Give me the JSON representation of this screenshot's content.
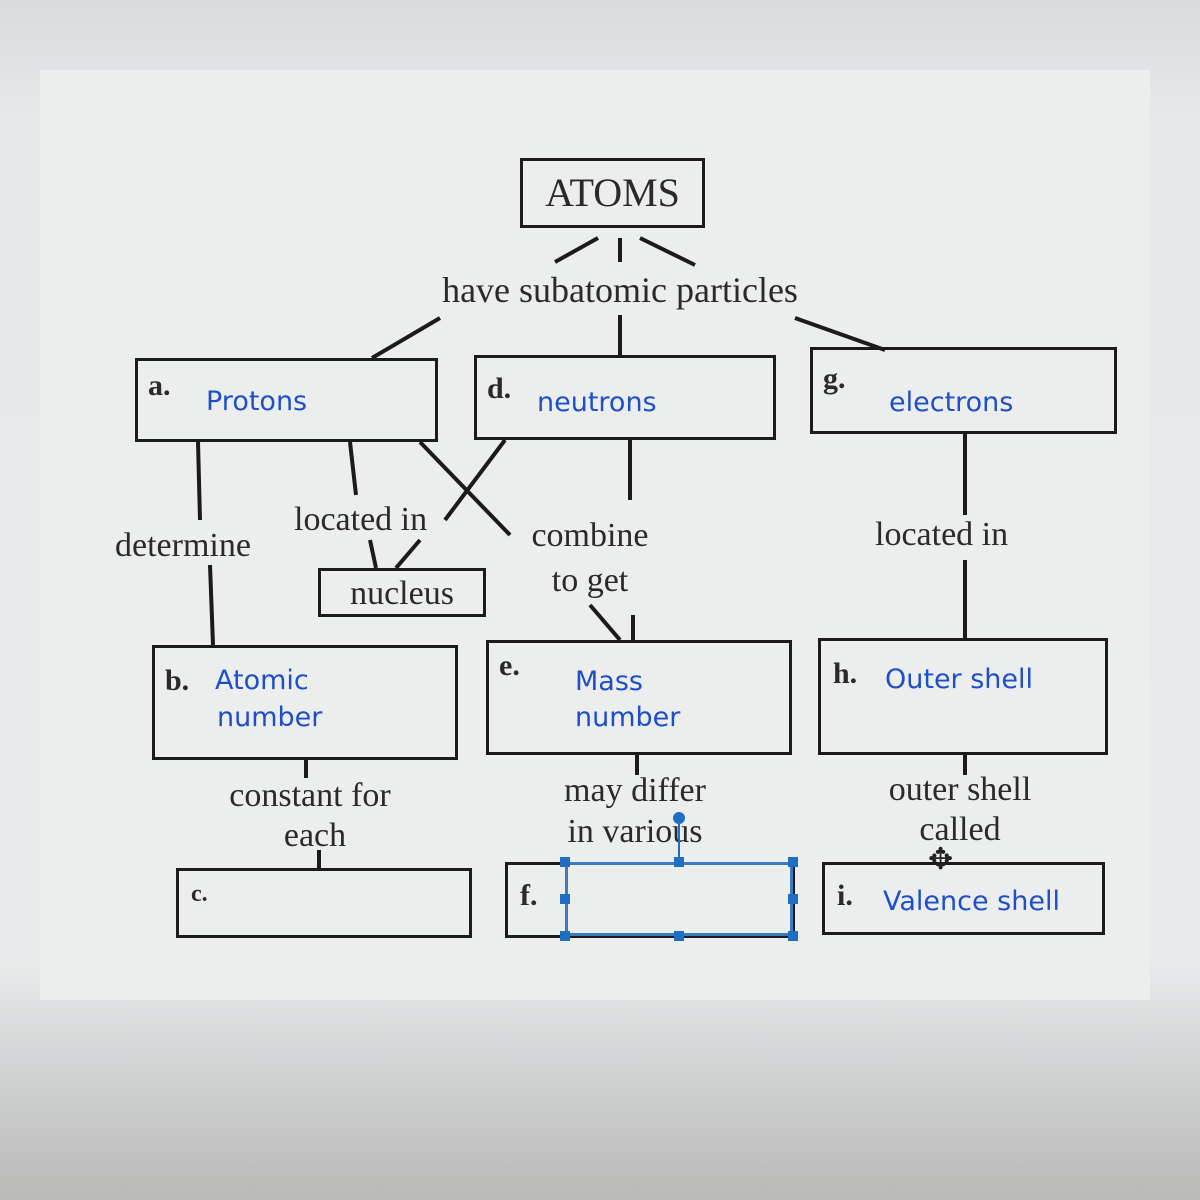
{
  "title": "ATOMS",
  "link_root": "have subatomic particles",
  "boxes": {
    "a": {
      "letter": "a.",
      "answer": "Protons"
    },
    "d": {
      "letter": "d.",
      "answer": "neutrons"
    },
    "g": {
      "letter": "g.",
      "answer": "electrons"
    },
    "b": {
      "letter": "b.",
      "answer_line1": "Atomic",
      "answer_line2": "number"
    },
    "e": {
      "letter": "e.",
      "answer_line1": "Mass",
      "answer_line2": "number"
    },
    "h": {
      "letter": "h.",
      "answer": "Outer shell"
    },
    "c": {
      "letter": "c.",
      "answer": ""
    },
    "f": {
      "letter": "f.",
      "answer": ""
    },
    "i": {
      "letter": "i.",
      "answer": "Valence shell"
    },
    "nucleus": "nucleus"
  },
  "links": {
    "determine": "determine",
    "located_in_left": "located in",
    "combine_1": "combine",
    "combine_2": "to get",
    "located_in_right": "located in",
    "constant_1": "constant for",
    "constant_2": "each",
    "differ_1": "may differ",
    "differ_2": "in various",
    "outer_1": "outer shell",
    "outer_2": "called"
  }
}
